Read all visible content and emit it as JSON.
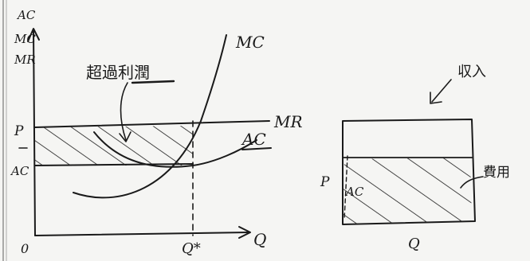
{
  "left_graph": {
    "axis_labels": {
      "y_ac": "AC",
      "y_mc": "MC",
      "y_mr": "MR",
      "x_q": "Q",
      "origin": "0"
    },
    "level_labels": {
      "price": "P",
      "avg_cost": "AC"
    },
    "quantity_label": "Q*",
    "curve_labels": {
      "mc": "MC",
      "mr": "MR",
      "ac": "AC"
    },
    "profit_label": "超過利潤"
  },
  "right_box": {
    "revenue_label": "収入",
    "cost_label": "費用",
    "side_price": "P",
    "side_ac": "AC",
    "bottom_q": "Q"
  },
  "colors": {
    "ink": "#1a1a1a",
    "paper": "#f5f5f3"
  }
}
